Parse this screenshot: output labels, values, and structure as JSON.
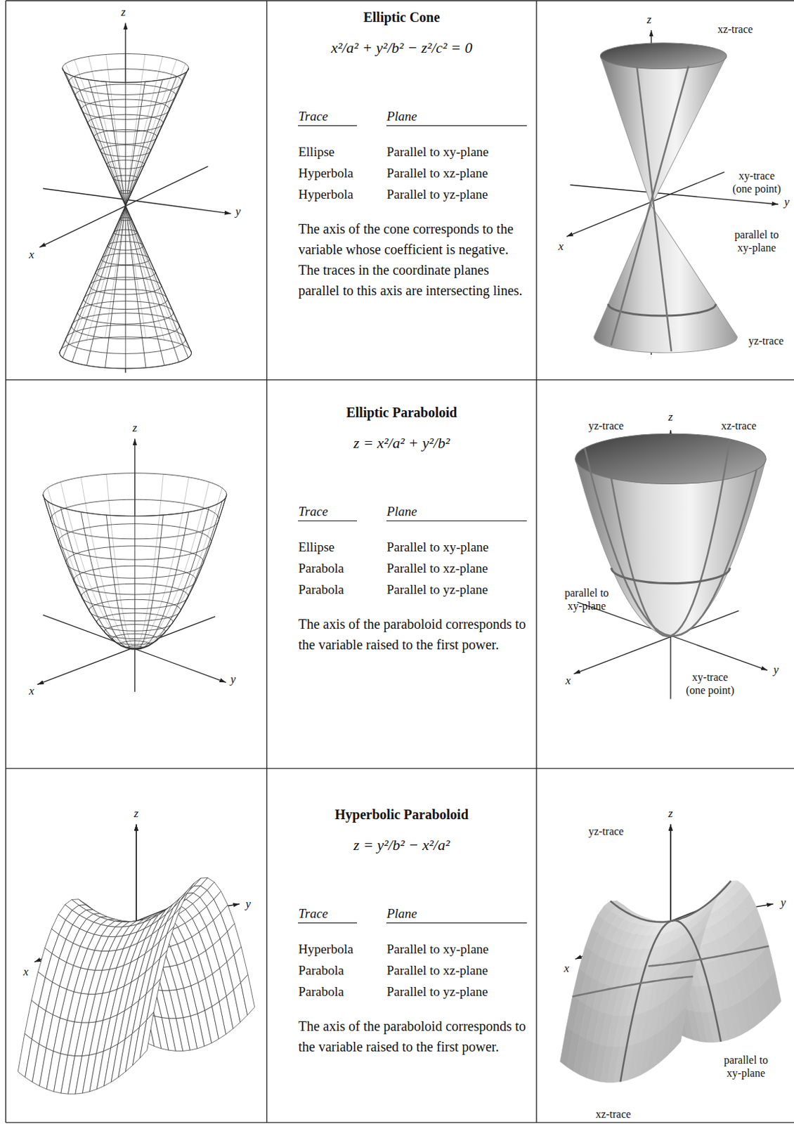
{
  "diagram": {
    "nodes": [
      {
        "text": [
          "Elliptic Cone",
          "x²/a² + y²/b² − z²/c² = 0",
          "Trace",
          "Plane",
          "Ellipse",
          "Parallel to xy-plane",
          "Hyperbola",
          "Parallel to xz-plane",
          "Hyperbola",
          "Parallel to yz-plane",
          "The axis of the cone corresponds to the variable whose coefficient is negative. The traces in the coordinate planes parallel to this axis are intersecting lines."
        ]
      },
      {
        "text": [
          "Elliptic Paraboloid",
          "z = x²/a² + y²/b²",
          "Trace",
          "Plane",
          "Ellipse",
          "Parallel to xy-plane",
          "Parabola",
          "Parallel to xz-plane",
          "Parabola",
          "Parallel to yz-plane",
          "The axis of the paraboloid corresponds to the variable raised to the first power."
        ]
      },
      {
        "text": [
          "Hyperbolic Paraboloid",
          "z = y²/b² − x²/a²",
          "Trace",
          "Plane",
          "Hyperbola",
          "Parallel to xy-plane",
          "Parabola",
          "Parallel to xz-plane",
          "Parabola",
          "Parallel to yz-plane",
          "The axis of the paraboloid corresponds to the variable raised to the first power."
        ]
      }
    ],
    "labels": [
      "z",
      "y",
      "x",
      "z",
      "xz-trace",
      "xy-trace (one point)",
      "y",
      "x",
      "parallel to xy-plane",
      "yz-trace",
      "z",
      "y",
      "x",
      "z",
      "yz-trace",
      "xz-trace",
      "parallel to xy-plane",
      "y",
      "x",
      "xy-trace (one point)",
      "z",
      "y",
      "x",
      "z",
      "yz-trace",
      "y",
      "x",
      "parallel to xy-plane",
      "xz-trace"
    ]
  }
}
